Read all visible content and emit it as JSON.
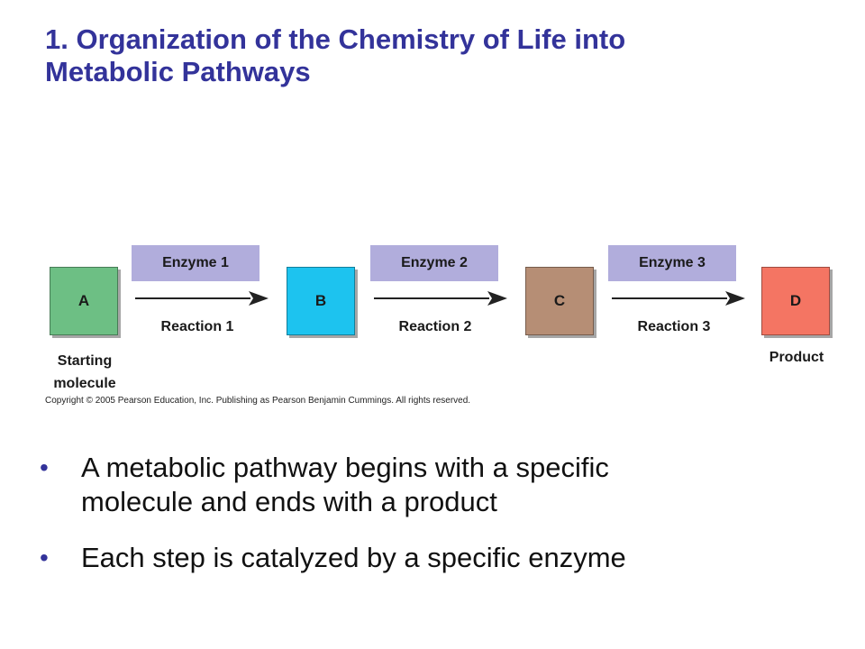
{
  "slide": {
    "title_line1": "1. Organization of the Chemistry of Life into",
    "title_line2": "Metabolic Pathways"
  },
  "diagram": {
    "molecules": [
      {
        "label": "A",
        "color": "#6dbf84"
      },
      {
        "label": "B",
        "color": "#1dc3ef"
      },
      {
        "label": "C",
        "color": "#b68e75"
      },
      {
        "label": "D",
        "color": "#f47563"
      }
    ],
    "enzymes": [
      "Enzyme 1",
      "Enzyme 2",
      "Enzyme 3"
    ],
    "reactions": [
      "Reaction 1",
      "Reaction 2",
      "Reaction 3"
    ],
    "start_label_line1": "Starting",
    "start_label_line2": "molecule",
    "product_label": "Product",
    "enzyme_color": "#b1addc",
    "copyright": "Copyright © 2005 Pearson Education, Inc. Publishing as Pearson Benjamin Cummings. All rights reserved."
  },
  "bullets": [
    {
      "marker": "•",
      "text_line1": "A metabolic pathway begins with a specific",
      "text_line2": "molecule and ends with a product"
    },
    {
      "marker": "•",
      "text_line1": "Each step is catalyzed by a specific enzyme",
      "text_line2": ""
    }
  ],
  "accent_color": "#33339a"
}
